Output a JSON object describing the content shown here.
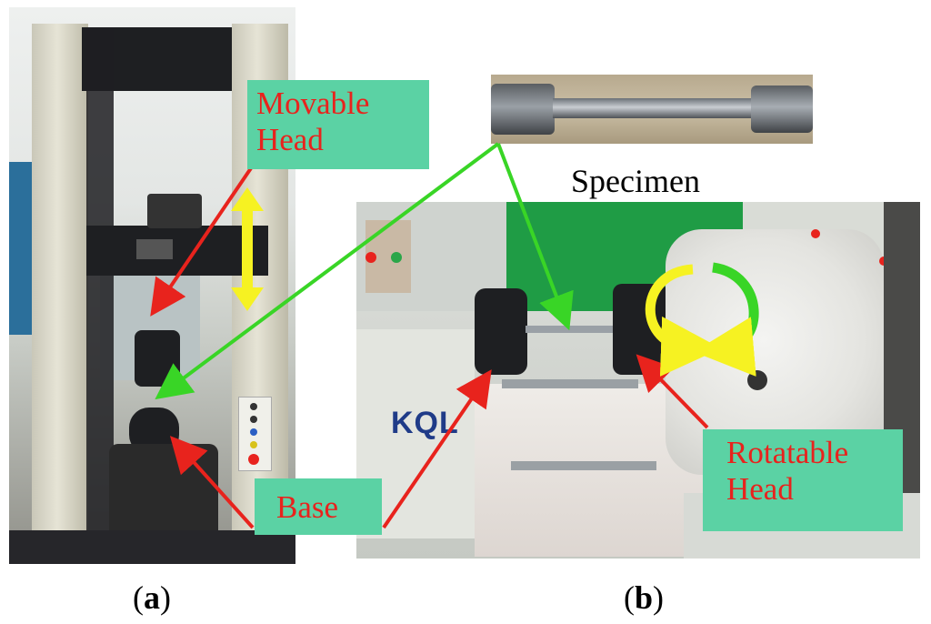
{
  "labels": {
    "movable_head": [
      "Movable",
      "Head"
    ],
    "base_left": "Base",
    "specimen": "Specimen",
    "rotatable_head": [
      "Rotatable",
      "Head"
    ]
  },
  "captions": {
    "a": "a",
    "b": "b"
  },
  "machine_text": {
    "brand": "KQL"
  },
  "colors": {
    "label_bg": "#5bd2a4",
    "label_text": "#e8231d",
    "arrow_red": "#e8231d",
    "arrow_green": "#39d526",
    "arrow_yellow": "#f6f222"
  }
}
